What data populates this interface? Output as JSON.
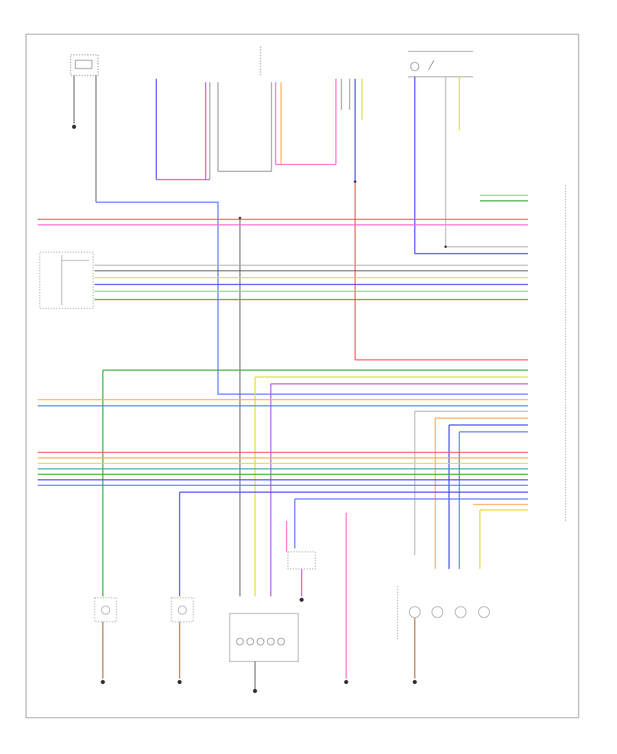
{
  "diagram": {
    "code": "",
    "colors": {
      "frame": "#888888",
      "wire_dark": "#555555",
      "red": "#ff5555",
      "pink": "#ff66cc",
      "blue": "#4444ff",
      "lightblue": "#5577ff",
      "green": "#33aa33",
      "lightgreen": "#88dd44",
      "yellow": "#dddd33",
      "orange": "#ffaa55",
      "violet": "#bb55dd",
      "teal": "#33aaaa",
      "grey": "#aaaaaa",
      "brown": "#aa7744"
    },
    "components": [
      {
        "id": "sensor-top-left",
        "kind": "sensor"
      },
      {
        "id": "module-top",
        "kind": "module"
      },
      {
        "id": "switch-top-right",
        "kind": "switch"
      },
      {
        "id": "control-unit-left",
        "kind": "control-unit"
      },
      {
        "id": "control-module-right",
        "kind": "control-module"
      },
      {
        "id": "lamp-left-1",
        "kind": "lamp"
      },
      {
        "id": "lamp-left-2",
        "kind": "lamp"
      },
      {
        "id": "connector-bottom",
        "kind": "connector"
      },
      {
        "id": "relay-center",
        "kind": "relay"
      },
      {
        "id": "bulbs-bottom-right",
        "kind": "bulb-group",
        "count": 4
      }
    ],
    "grounds": [
      {
        "id": "ground-1"
      },
      {
        "id": "ground-2"
      },
      {
        "id": "ground-3"
      },
      {
        "id": "ground-4"
      },
      {
        "id": "ground-5"
      },
      {
        "id": "ground-6"
      },
      {
        "id": "ground-7"
      }
    ],
    "bus_groups": [
      {
        "id": "bus-a",
        "wires": [
          "red",
          "pink"
        ]
      },
      {
        "id": "bus-b",
        "wires": [
          "grey",
          "wire_dark",
          "yellow",
          "blue",
          "lightgreen",
          "green"
        ]
      },
      {
        "id": "bus-c",
        "wires": [
          "red",
          "pink",
          "green",
          "yellow",
          "violet",
          "orange",
          "yellow",
          "lightblue",
          "grey",
          "orange",
          "blue",
          "lightblue"
        ]
      },
      {
        "id": "bus-d",
        "wires": [
          "red",
          "orange",
          "yellow",
          "teal",
          "green",
          "blue",
          "lightblue",
          "blue",
          "orange",
          "yellow"
        ]
      }
    ]
  }
}
